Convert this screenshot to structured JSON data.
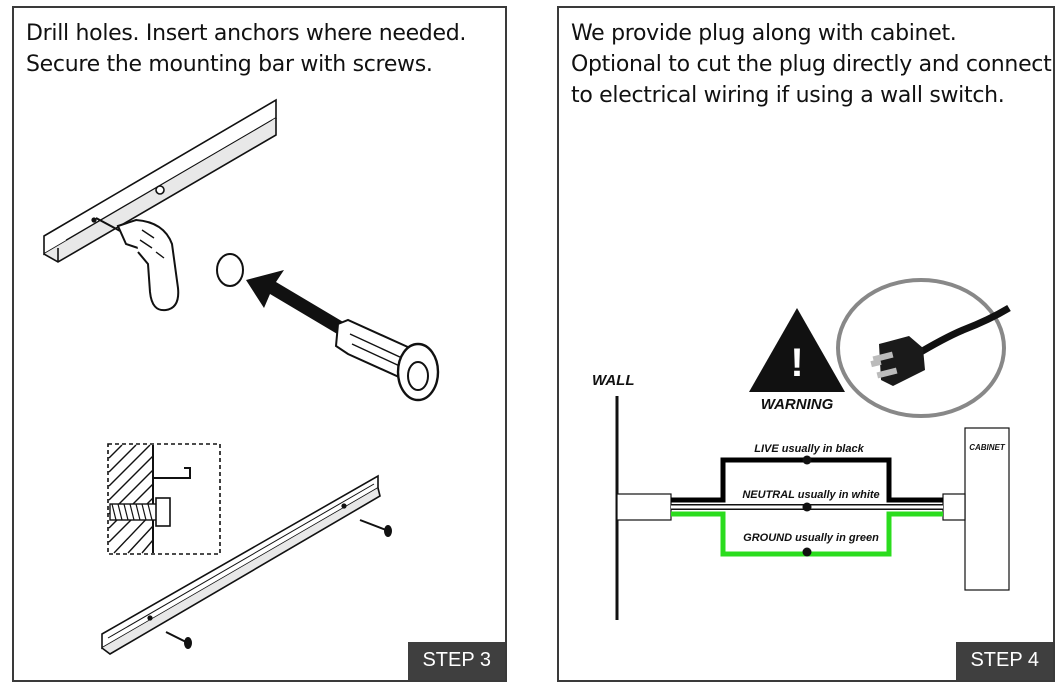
{
  "step3": {
    "instruction_lines": [
      "Drill holes. Insert anchors where needed.",
      "Secure the mounting bar with screws."
    ],
    "step_label": "STEP 3"
  },
  "step4": {
    "instruction_lines": [
      "We provide plug along with cabinet.",
      "Optional to cut the plug directly and connect",
      "to electrical wiring if using a wall switch."
    ],
    "step_label": "STEP 4",
    "wall_label": "WALL",
    "warning_label": "WARNING",
    "warning_symbol": "!",
    "cabinet_label": "CABINET",
    "live_label": "LIVE usually in black",
    "neutral_label": "NEUTRAL usually in white",
    "ground_label": "GROUND usually in green"
  },
  "colors": {
    "live": "#000000",
    "neutral": "#ffffff",
    "ground": "#2bdc1e",
    "step_bg": "#3f3f3f"
  },
  "icons": [
    "drill-icon",
    "anchor-icon",
    "washer-icon",
    "screw-icon",
    "mounting-bar-icon",
    "warning-triangle-icon",
    "plug-icon"
  ]
}
